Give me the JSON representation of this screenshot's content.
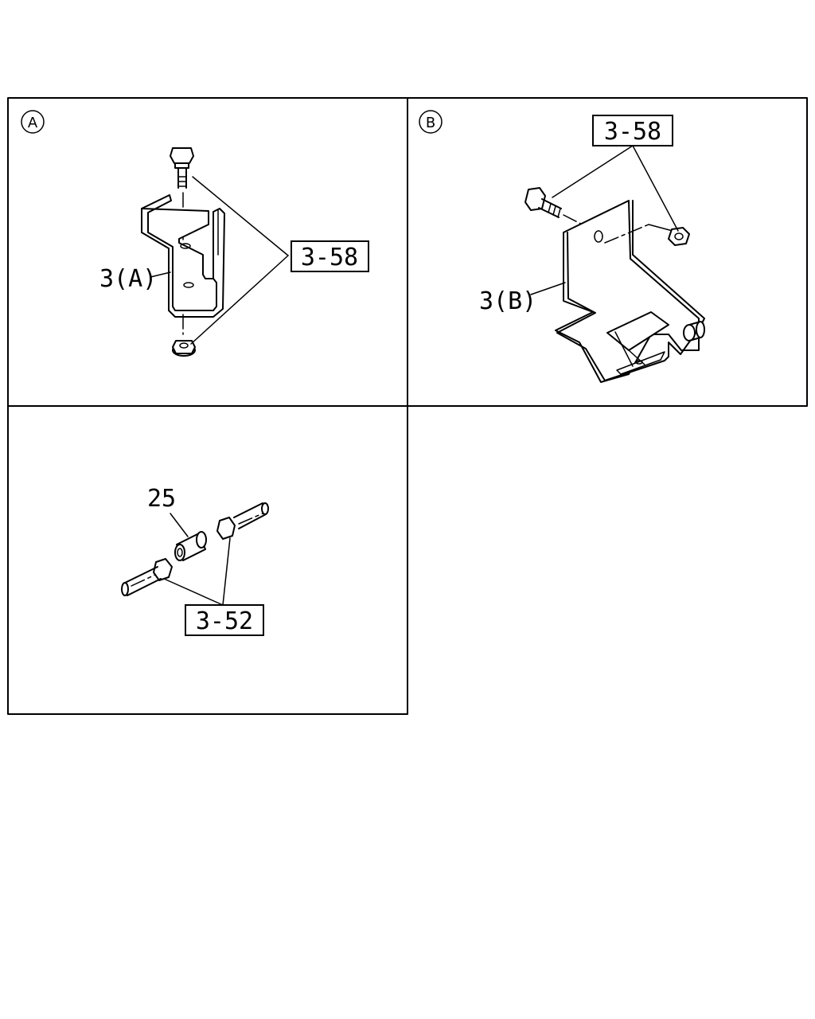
{
  "panels": [
    {
      "marker": "A",
      "part_label": "3(A)",
      "ref": "3-58"
    },
    {
      "marker": "B",
      "part_label": "3(B)",
      "ref": "3-58"
    },
    {
      "marker": "",
      "part_label": "25",
      "ref": "3-52"
    }
  ]
}
